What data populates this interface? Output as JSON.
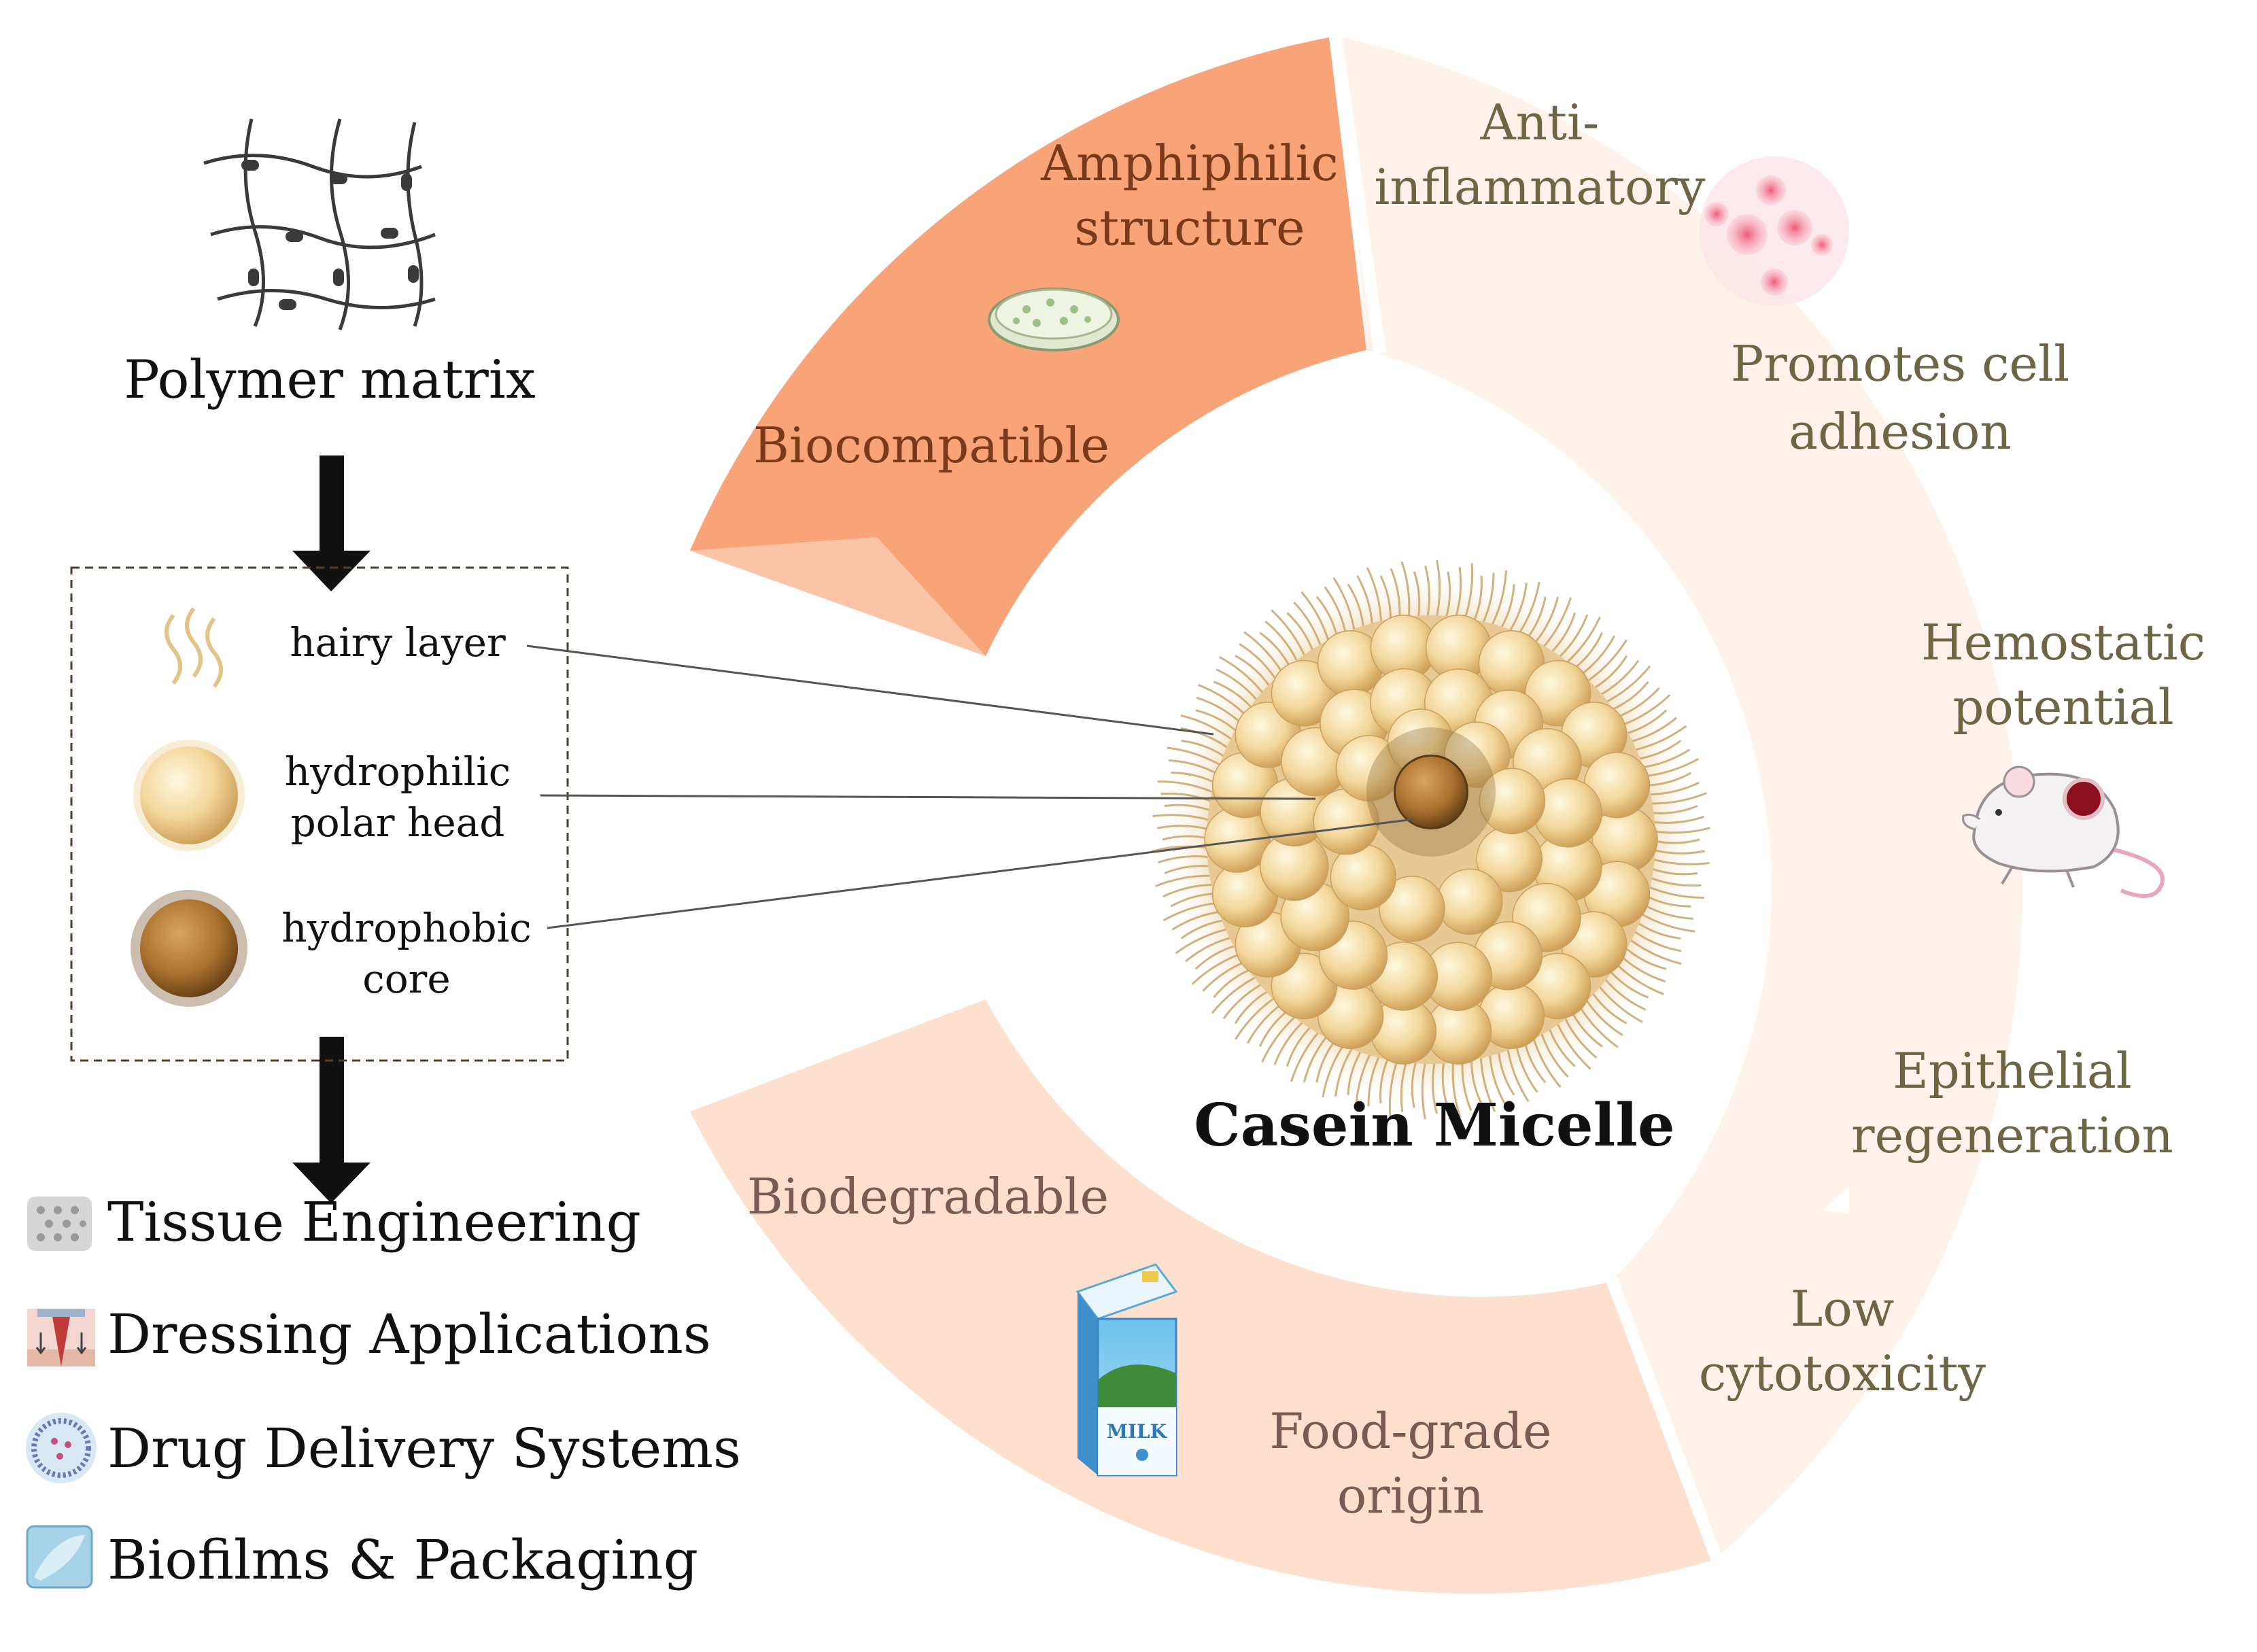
{
  "left_panel": {
    "polymer_label": "Polymer matrix",
    "legend": {
      "hairy_layer": "hairy layer",
      "hydrophilic": [
        "hydrophilic",
        "polar head"
      ],
      "hydrophobic": [
        "hydrophobic",
        "core"
      ]
    },
    "applications": [
      {
        "label": "Tissue Engineering",
        "icon": "scaffold-icon"
      },
      {
        "label": "Dressing Applications",
        "icon": "wound-dressing-icon"
      },
      {
        "label": "Drug Delivery Systems",
        "icon": "nanoparticle-icon"
      },
      {
        "label": "Biofilms & Packaging",
        "icon": "film-icon"
      }
    ]
  },
  "center": {
    "title": "Casein Micelle"
  },
  "ring": {
    "top_left": {
      "amphiphilic": [
        "Amphiphilic",
        "structure"
      ],
      "biocompatible": "Biocompatible"
    },
    "right": {
      "anti_inflammatory": [
        "Anti-",
        "inflammatory"
      ],
      "promotes": [
        "Promotes cell",
        "adhesion"
      ],
      "hemostatic": [
        "Hemostatic",
        "potential"
      ],
      "epithelial": [
        "Epithelial",
        "regeneration"
      ],
      "low_cyto": [
        "Low",
        "cytotoxicity"
      ]
    },
    "bottom": {
      "biodegradable": "Biodegradable",
      "food_grade": [
        "Food-grade",
        "origin"
      ],
      "milk_label": "MILK"
    }
  },
  "colors": {
    "segment_orange": "#f9a378",
    "segment_peach": "#fde0cd",
    "segment_pale": "#fef2ea",
    "text_brown_dark": "#7a3a1a",
    "text_olive": "#6e6545",
    "text_mauve": "#7a5a52"
  }
}
